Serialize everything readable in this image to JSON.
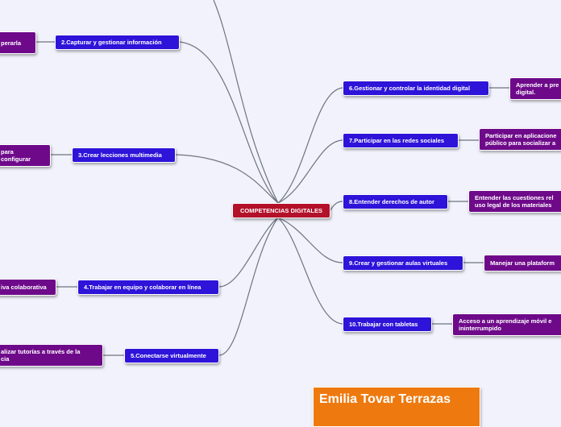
{
  "center": {
    "label": "COMPETENCIAS DIGITALES"
  },
  "left_branches": [
    {
      "topic": "2.Capturar y gestionar información",
      "leaf": "perarla"
    },
    {
      "topic": "3.Crear lecciones multimedia",
      "leaf": "para configurar"
    },
    {
      "topic": "4.Trabajar en equipo y colaborar en línea",
      "leaf": "iva colaborativa"
    },
    {
      "topic": "5.Conectarse virtualmente",
      "leaf": "alizar tutorías a través de la\ncia"
    }
  ],
  "right_branches": [
    {
      "topic": "6.Gestionar y controlar la identidad digital",
      "leaf": "Aprender a pre\ndigital."
    },
    {
      "topic": "7.Participar en las redes sociales",
      "leaf": "Participar en aplicacione\npúblico para socializar a"
    },
    {
      "topic": "8.Entender derechos de autor",
      "leaf": "Entender las cuestiones rel\nuso legal de los materiales"
    },
    {
      "topic": "9.Crear y gestionar aulas virtuales",
      "leaf": "Manejar una plataform"
    },
    {
      "topic": "10.Trabajar con tabletas",
      "leaf": "Acceso a un aprendizaje móvil e\nininterrumpido"
    }
  ],
  "author": {
    "name": "Emilia Tovar Terrazas"
  },
  "colors": {
    "background": "#f1f2fb",
    "center": "#b3102a",
    "topic": "#2e13d9",
    "leaf": "#6e0a8a",
    "author": "#ee7a0f",
    "connector": "#6d7480"
  }
}
